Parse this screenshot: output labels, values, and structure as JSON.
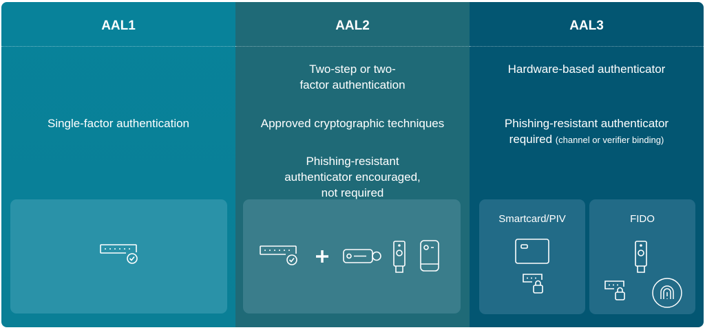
{
  "levels": [
    {
      "title": "AAL1",
      "points": [
        "Single-factor authentication"
      ]
    },
    {
      "title": "AAL2",
      "points": [
        "Two-step or two-factor authentication",
        "Approved cryptographic techniques",
        "Phishing-resistant authenticator encouraged, not required"
      ]
    },
    {
      "title": "AAL3",
      "points": [
        "Hardware-based authenticator",
        "Phishing-resistant authenticator required",
        "(channel or verifier binding)"
      ],
      "cards": [
        {
          "label": "Smartcard/PIV"
        },
        {
          "label": "FIDO"
        }
      ]
    }
  ],
  "icons": [
    "password-check-icon",
    "plus-icon",
    "key-fob-icon",
    "security-key-icon",
    "phone-device-icon",
    "smartcard-icon",
    "password-lock-icon",
    "fingerprint-icon"
  ]
}
